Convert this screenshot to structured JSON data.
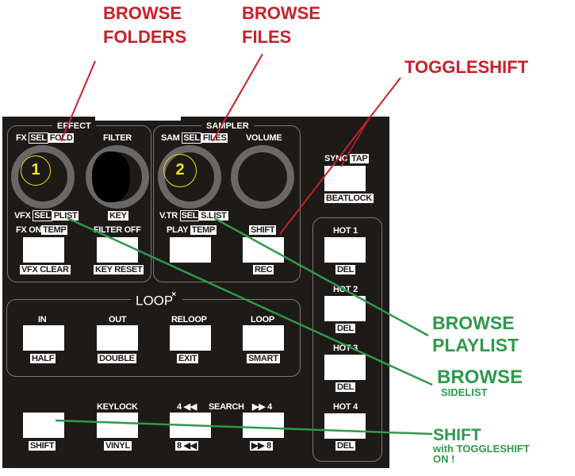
{
  "annotations": {
    "browse_folders": [
      "BROWSE",
      "FOLDERS"
    ],
    "browse_files": [
      "BROWSE",
      "FILES"
    ],
    "toggleshift": "TOGGLESHIFT",
    "browse_playlist": [
      "BROWSE",
      "PLAYLIST"
    ],
    "browse_sidelist": [
      "BROWSE",
      "SIDELIST"
    ],
    "shift_note": [
      "SHIFT",
      "with TOGGLESHIFT",
      "ON !"
    ]
  },
  "colors": {
    "panel": "#1d1a18",
    "annotation_red": "#c8202a",
    "annotation_green": "#2e9a4a",
    "knob_number": "#f2e21a"
  },
  "effect": {
    "title": "EFFECT",
    "fx_label": [
      "FX",
      "SEL",
      "FOLD"
    ],
    "filter_label": "FILTER",
    "knob1_number": "1",
    "vfx_label": [
      "VFX",
      "SEL",
      "PLIST"
    ],
    "key_label": "KEY",
    "fxon_label": [
      "FX ON",
      "TEMP"
    ],
    "filteroff_label": "FILTER OFF",
    "vfxclear_label": "VFX CLEAR",
    "keyreset_label": "KEY RESET"
  },
  "sampler": {
    "title": "SAMPLER",
    "sam_label": [
      "SAM",
      "SEL",
      "FILES"
    ],
    "volume_label": "VOLUME",
    "knob2_number": "2",
    "vtr_label": [
      "V.TR",
      "SEL",
      "S.LIST"
    ],
    "play_label": [
      "PLAY",
      "TEMP"
    ],
    "shift_label": "SHIFT",
    "rec_label": "REC"
  },
  "sync": {
    "top": [
      "SYNC",
      "TAP"
    ],
    "bottom": "BEATLOCK"
  },
  "hotcues": [
    {
      "top": "HOT 1",
      "bottom": "DEL"
    },
    {
      "top": "HOT 2",
      "bottom": "DEL"
    },
    {
      "top": "HOT 3",
      "bottom": "DEL"
    },
    {
      "top": "HOT 4",
      "bottom": "DEL"
    }
  ],
  "loop": {
    "title": "LOOP",
    "mark": "×",
    "buttons": [
      {
        "top": "IN",
        "bottom": "HALF"
      },
      {
        "top": "OUT",
        "bottom": "DOUBLE"
      },
      {
        "top": "RELOOP",
        "bottom": "EXIT"
      },
      {
        "top": "LOOP",
        "bottom": "SMART"
      }
    ]
  },
  "transport": {
    "shift_bottom": "SHIFT",
    "keylock_top": "KEYLOCK",
    "vinyl_bottom": "VINYL",
    "search_left": "4 ◀◀",
    "search_label": "SEARCH",
    "search_right": "▶▶ 4",
    "rew_bottom": "8 ◀◀",
    "ff_bottom": "▶▶ 8"
  }
}
